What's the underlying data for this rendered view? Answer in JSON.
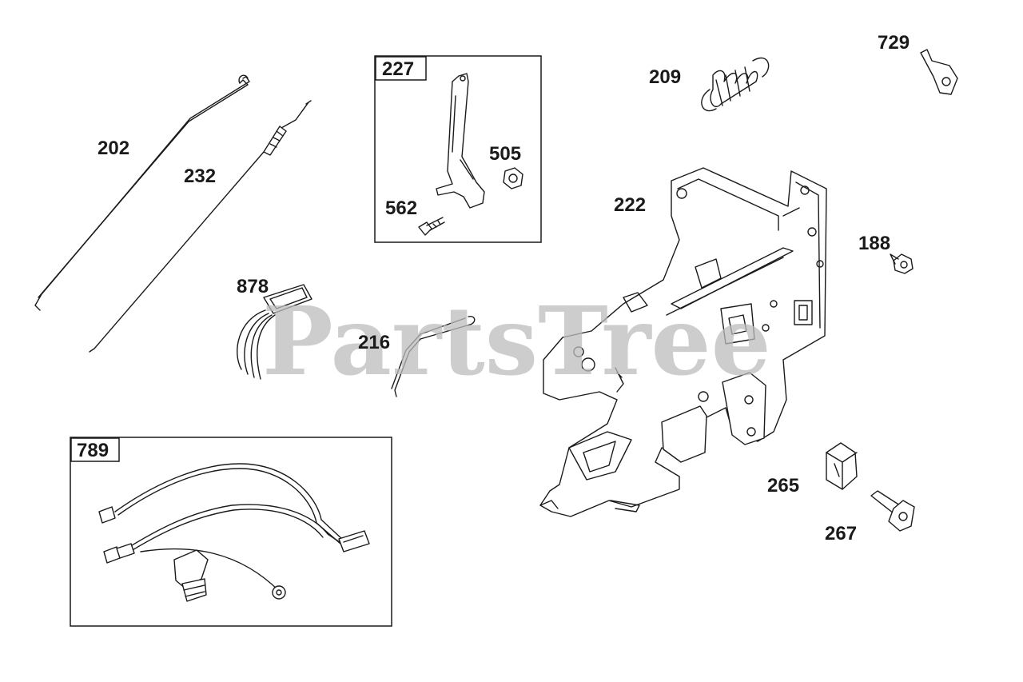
{
  "watermark": "PartsTree",
  "parts": {
    "p202": "202",
    "p232": "232",
    "p227": "227",
    "p505": "505",
    "p562": "562",
    "p209": "209",
    "p729": "729",
    "p222": "222",
    "p188": "188",
    "p878": "878",
    "p216": "216",
    "p789": "789",
    "p265": "265",
    "p267": "267"
  }
}
